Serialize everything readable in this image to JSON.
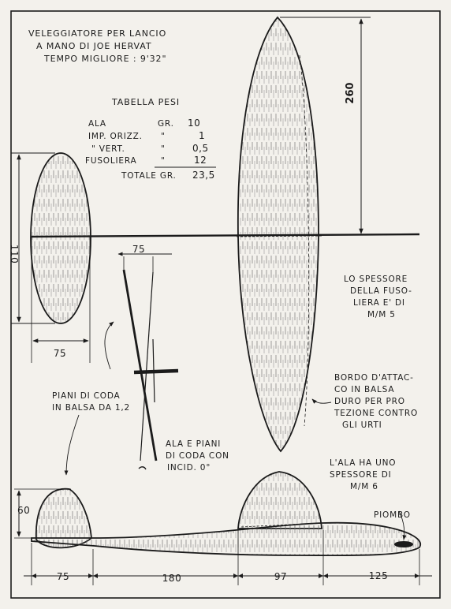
{
  "title": {
    "line1": "VELEGGIATORE PER LANCIO",
    "line2": "A MANO DI   JOE HERVAT",
    "line3": "TEMPO MIGLIORE : 9'32\""
  },
  "weights": {
    "heading": "TABELLA PESI",
    "rows": [
      {
        "name": "ALA",
        "unit": "GR.",
        "value": "10"
      },
      {
        "name": "IMP. ORIZZ.",
        "unit": "\"",
        "value": "1"
      },
      {
        "name": "\" VERT.",
        "unit": "\"",
        "value": "0,5"
      },
      {
        "name": "FUSOLIERA",
        "unit": "\"",
        "value": "12"
      }
    ],
    "total_label": "TOTALE GR.",
    "total_value": "23,5"
  },
  "dimensions": {
    "wing_half_span": "260",
    "tail_height": "110",
    "tail_width": "75",
    "dihedral_offset": "75",
    "fin_height": "60",
    "fin_length": "75",
    "fuselage_mid": "180",
    "wing_chord": "97",
    "nose_length": "125"
  },
  "notes": {
    "fuselage_thickness": [
      "LO SPESSORE",
      "DELLA FUSO-",
      "LIERA E' DI",
      "M/M 5"
    ],
    "leading_edge": [
      "BORDO D'ATTAC-",
      "CO IN BALSA",
      "DURO PER PRO",
      "TEZIONE CONTRO",
      "GLI URTI"
    ],
    "tail_planes": [
      "PIANI DI CODA",
      "IN BALSA DA 1,2"
    ],
    "incidence": [
      "ALA E PIANI",
      "DI CODA CON",
      "INCID. 0°"
    ],
    "wing_thickness": [
      "L'ALA HA UNO",
      "SPESSORE DI",
      "M/M 6"
    ],
    "ballast": "PIOMBO"
  },
  "colors": {
    "ink": "#1b1b1b",
    "paper": "#f3f1ec"
  }
}
